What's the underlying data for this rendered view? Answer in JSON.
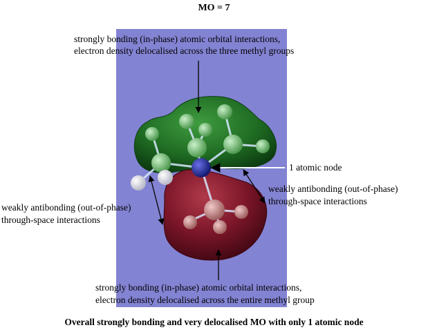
{
  "title": "MO = 7",
  "annotations": {
    "top_line1": "strongly bonding (in-phase) atomic orbital interactions,",
    "top_line2": "electron density delocalised across the three methyl groups",
    "node": "1 atomic node",
    "right_line1": "weakly antibonding (out-of-phase)",
    "right_line2": "through-space interactions",
    "left_line1": "weakly antibonding (out-of-phase)",
    "left_line2": "through-space interactions",
    "bottom_line1": "strongly bonding (in-phase) atomic orbital interactions,",
    "bottom_line2": "electron density delocalised across the entire methyl group"
  },
  "caption": "Overall strongly bonding and very delocalised MO with only 1 atomic node",
  "colors": {
    "panel": "#8383d3",
    "green_lobe": "#1f6b23",
    "red_lobe": "#7a1528",
    "node_atom": "#2a2fa0",
    "arrow": "#000000"
  }
}
